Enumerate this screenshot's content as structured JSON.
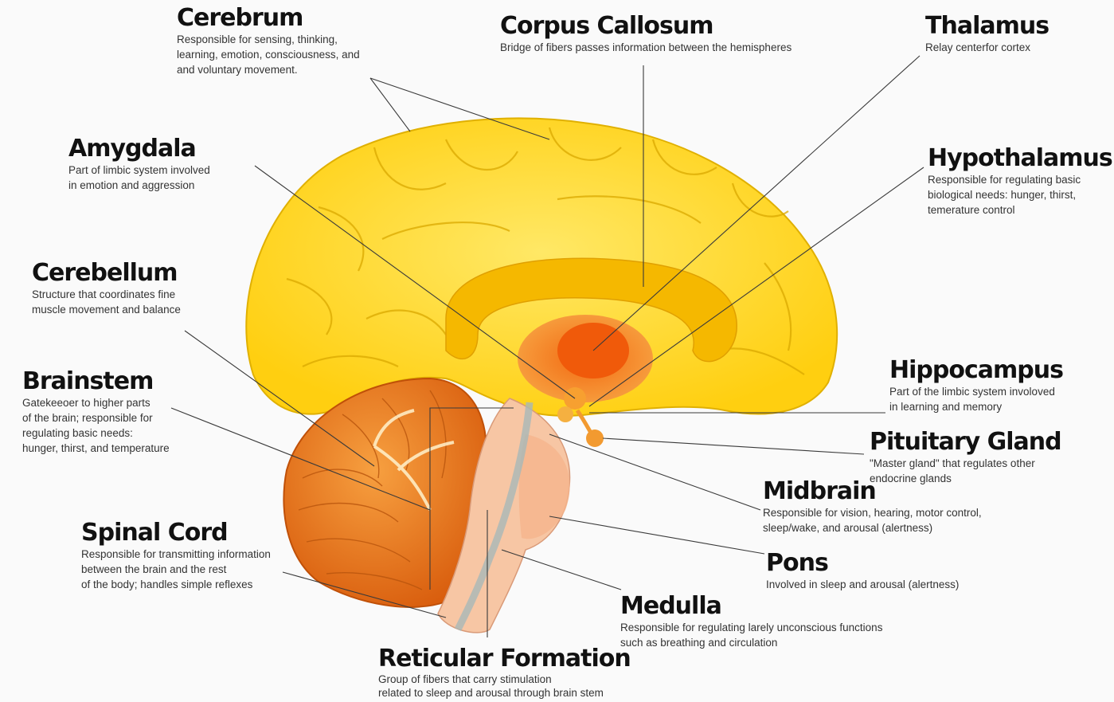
{
  "labels": {
    "cerebrum": {
      "title": "Cerebrum",
      "desc": "Responsible for sensing, thinking,\nlearning, emotion, consciousness, and\nand voluntary movement."
    },
    "corpus_callosum": {
      "title": "Corpus Callosum",
      "desc": "Bridge of fibers passes information between the hemispheres"
    },
    "thalamus": {
      "title": "Thalamus",
      "desc": "Relay centerfor cortex"
    },
    "amygdala": {
      "title": "Amygdala",
      "desc": "Part of limbic system involved\nin emotion and aggression"
    },
    "hypothalamus": {
      "title": "Hypothalamus",
      "desc": "Responsible for regulating basic\nbiological needs: hunger, thirst,\ntemerature control"
    },
    "cerebellum": {
      "title": "Cerebellum",
      "desc": "Structure that coordinates fine\nmuscle movement and balance"
    },
    "hippocampus": {
      "title": "Hippocampus",
      "desc": "Part of the limbic system involoved\nin learning and memory"
    },
    "brainstem": {
      "title": "Brainstem",
      "desc": "Gatekeeoer to higher parts\nof the brain; responsible for\nregulating basic needs:\nhunger, thirst, and temperature"
    },
    "pituitary_gland": {
      "title": "Pituitary Gland",
      "desc": "\"Master gland\" that regulates other\nendocrine glands"
    },
    "midbrain": {
      "title": "Midbrain",
      "desc": "Responsible for vision, hearing, motor control,\nsleep/wake, and arousal (alertness)"
    },
    "spinal_cord": {
      "title": "Spinal Cord",
      "desc": "Responsible for transmitting information\nbetween the brain and the rest\nof the body; handles simple reflexes"
    },
    "pons": {
      "title": "Pons",
      "desc": "Involved in sleep and arousal (alertness)"
    },
    "medulla": {
      "title": "Medulla",
      "desc": "Responsible for regulating larely unconscious functions\nsuch as breathing and circulation"
    },
    "reticular_formation": {
      "title": "Reticular Formation",
      "desc": "Group of fibers that carry stimulation\nrelated to sleep and arousal through brain stem"
    }
  },
  "colors": {
    "cerebrum": "#ffd51a",
    "cerebrum_highlight": "#ffe866",
    "corpus_callosum": "#f5b800",
    "thalamus": "#f2731c",
    "cerebellum": "#e8741a",
    "brainstem": "#f7c6a4",
    "reticular": "#a8b8b8"
  }
}
